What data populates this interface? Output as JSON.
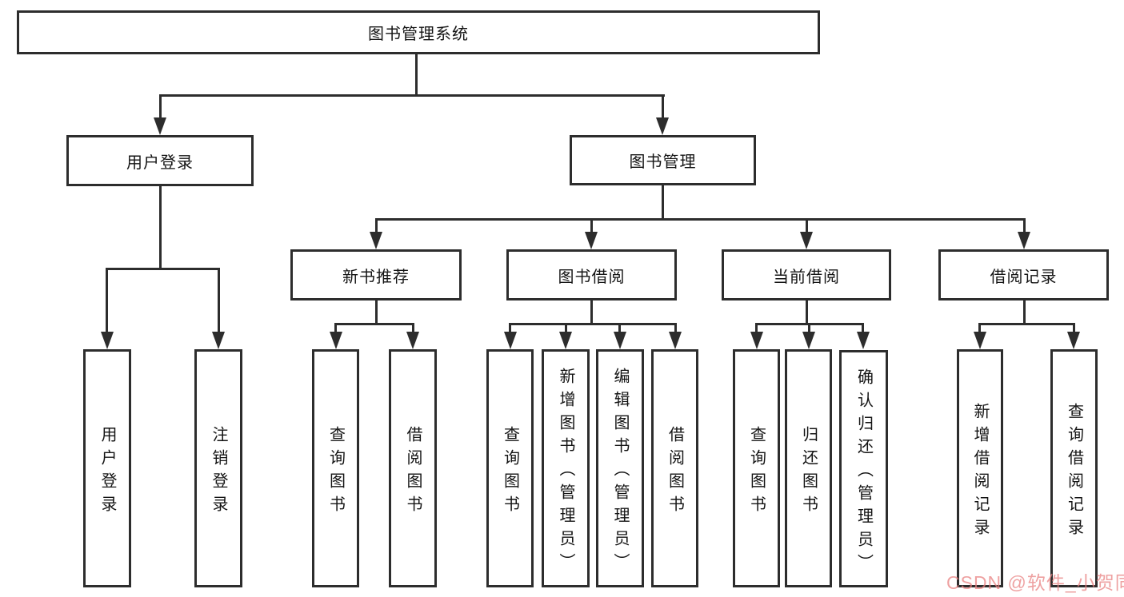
{
  "diagram": {
    "type": "hierarchy-tree",
    "root": {
      "label": "图书管理系统",
      "children": [
        {
          "label": "用户登录",
          "children": [
            {
              "label": "用户登录"
            },
            {
              "label": "注销登录"
            }
          ]
        },
        {
          "label": "图书管理",
          "children": [
            {
              "label": "新书推荐",
              "children": [
                {
                  "label": "查询图书"
                },
                {
                  "label": "借阅图书"
                }
              ]
            },
            {
              "label": "图书借阅",
              "children": [
                {
                  "label": "查询图书"
                },
                {
                  "label": "新增图书（管理员）"
                },
                {
                  "label": "编辑图书（管理员）"
                },
                {
                  "label": "借阅图书"
                }
              ]
            },
            {
              "label": "当前借阅",
              "children": [
                {
                  "label": "查询图书"
                },
                {
                  "label": "归还图书"
                },
                {
                  "label": "确认归还（管理员）"
                }
              ]
            },
            {
              "label": "借阅记录",
              "children": [
                {
                  "label": "新增借阅记录"
                },
                {
                  "label": "查询借阅记录"
                }
              ]
            }
          ]
        }
      ]
    }
  },
  "colors": {
    "line": "#2d2d2d",
    "box_border": "#2d2d2d",
    "text": "#141414",
    "watermark": "#e88282",
    "background": "#ffffff"
  },
  "watermark": {
    "text": "CSDN @软件_小贺同学"
  }
}
